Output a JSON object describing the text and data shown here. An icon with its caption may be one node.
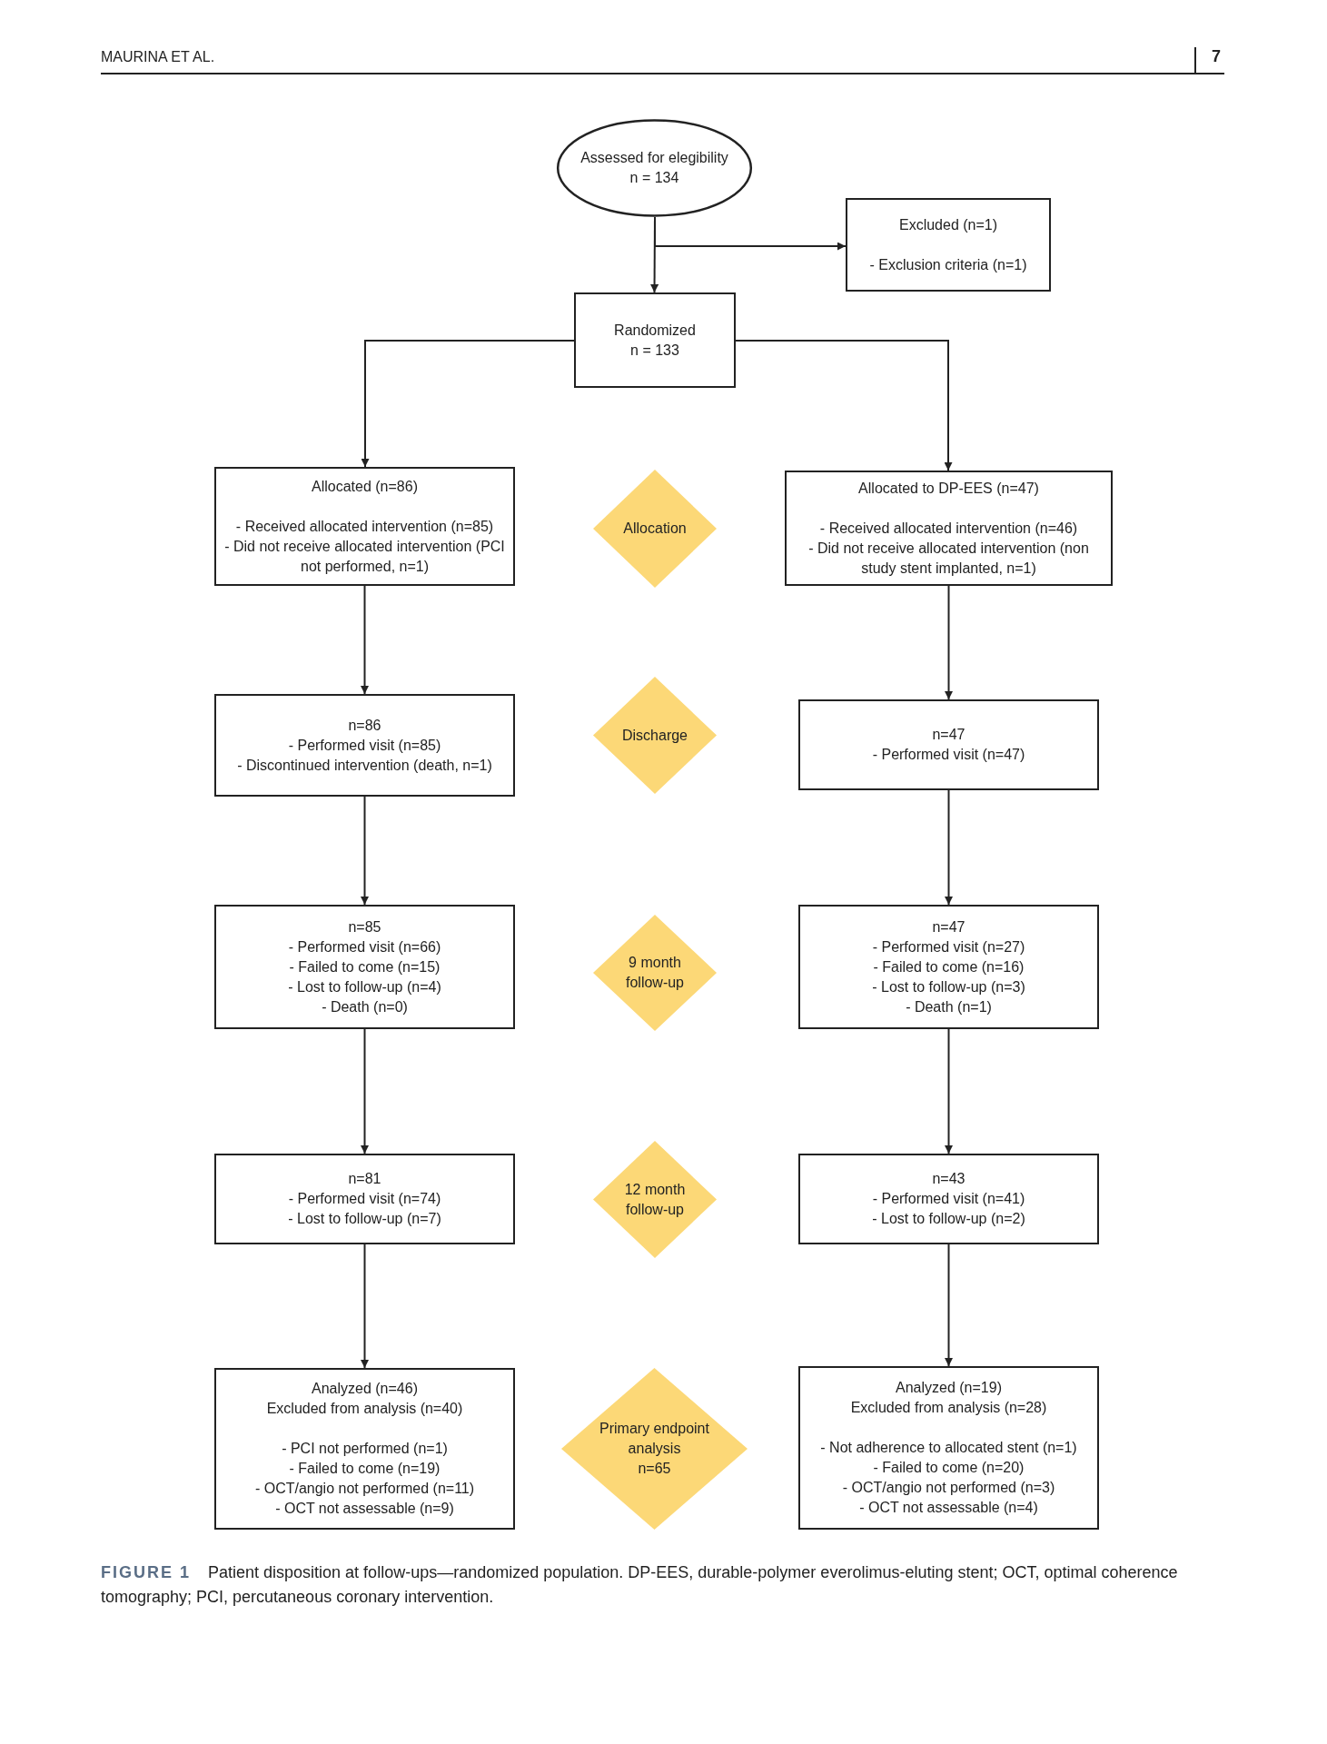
{
  "diagram": {
    "caption": "**FIGURE 1** Patient disposition at follow-ups—randomized population. DP-EES, durable-polymer everolimus-eluting stent; OCT, optimal coherence tomography; PCI, percutaneous coronary intervention.",
    "nodes": [
      {
        "text": [
          "Assessed for elegibility",
          "n = 134"
        ]
      },
      {
        "text": [
          "Excluded (n=1)",
          "- Exclusion criteria (n=1)"
        ]
      },
      {
        "text": [
          "Randomized",
          "n = 133"
        ]
      },
      {
        "text": [
          "Allocated (n=86)",
          "- Received allocated intervention (n=85)",
          "- Did not receive allocated intervention (PCI not performed, n=1)"
        ]
      },
      {
        "text": [
          "Allocation"
        ]
      },
      {
        "text": [
          "Allocated to DP-EES (n=47)",
          "- Received allocated intervention (n=46)",
          "- Did not receive allocated intervention (non study stent implanted, n=1)"
        ]
      },
      {
        "text": [
          "n=86",
          "- Performed visit (n=85)",
          "- Discontinued intervention (death, n=1)"
        ]
      },
      {
        "text": [
          "Discharge"
        ]
      },
      {
        "text": [
          "n=47",
          "- Performed visit (n=47)"
        ]
      },
      {
        "text": [
          "n=85",
          "- Performed visit (n=66)",
          "- Failed to come (n=15)",
          "- Lost to follow-up (n=4)",
          "- Death (n=0)"
        ]
      },
      {
        "text": [
          "9 month follow-up"
        ]
      },
      {
        "text": [
          "n=47",
          "- Performed visit (n=27)",
          "- Failed to come (n=16)",
          "- Lost to follow-up (n=3)",
          "- Death (n=1)"
        ]
      },
      {
        "text": [
          "n=81",
          "- Performed visit (n=74)",
          "- Lost to follow-up (n=7)"
        ]
      },
      {
        "text": [
          "12 month follow-up"
        ]
      },
      {
        "text": [
          "n=43",
          "- Performed visit (n=41)",
          "- Lost to follow-up (n=2)"
        ]
      },
      {
        "text": [
          "Analyzed (n=46)",
          "Excluded from analysis (n=40)",
          "- PCI not performed (n=1)",
          "- Failed to come (n=19)",
          "- OCT/angio not performed (n=11)",
          "- OCT not assessable (n=9)"
        ]
      },
      {
        "text": [
          "Primary endpoint analysis",
          "n=65"
        ]
      },
      {
        "text": [
          "Analyzed (n=19)",
          "Excluded from analysis (n=28)",
          "- Not adherence to allocated stent (n=1)",
          "- Failed to come (n=20)",
          "- OCT/angio not performed (n=3)",
          "- OCT not assessable (n=4)"
        ]
      }
    ],
    "edges": [
      {
        "from": 0,
        "to": 2,
        "arrow": "to"
      },
      {
        "from": 0,
        "to": 1,
        "arrow": "to"
      },
      {
        "from": 2,
        "to": 3,
        "arrow": "to"
      },
      {
        "from": 2,
        "to": 5,
        "arrow": "to"
      },
      {
        "from": 3,
        "to": 6,
        "arrow": "to"
      },
      {
        "from": 5,
        "to": 8,
        "arrow": "to"
      },
      {
        "from": 6,
        "to": 9,
        "arrow": "to"
      },
      {
        "from": 8,
        "to": 11,
        "arrow": "to"
      },
      {
        "from": 9,
        "to": 12,
        "arrow": "to"
      },
      {
        "from": 11,
        "to": 14,
        "arrow": "to"
      },
      {
        "from": 12,
        "to": 15,
        "arrow": "to"
      },
      {
        "from": 14,
        "to": 17,
        "arrow": "to"
      }
    ],
    "labels": [
      "MAURINA ET AL.",
      "7"
    ]
  }
}
